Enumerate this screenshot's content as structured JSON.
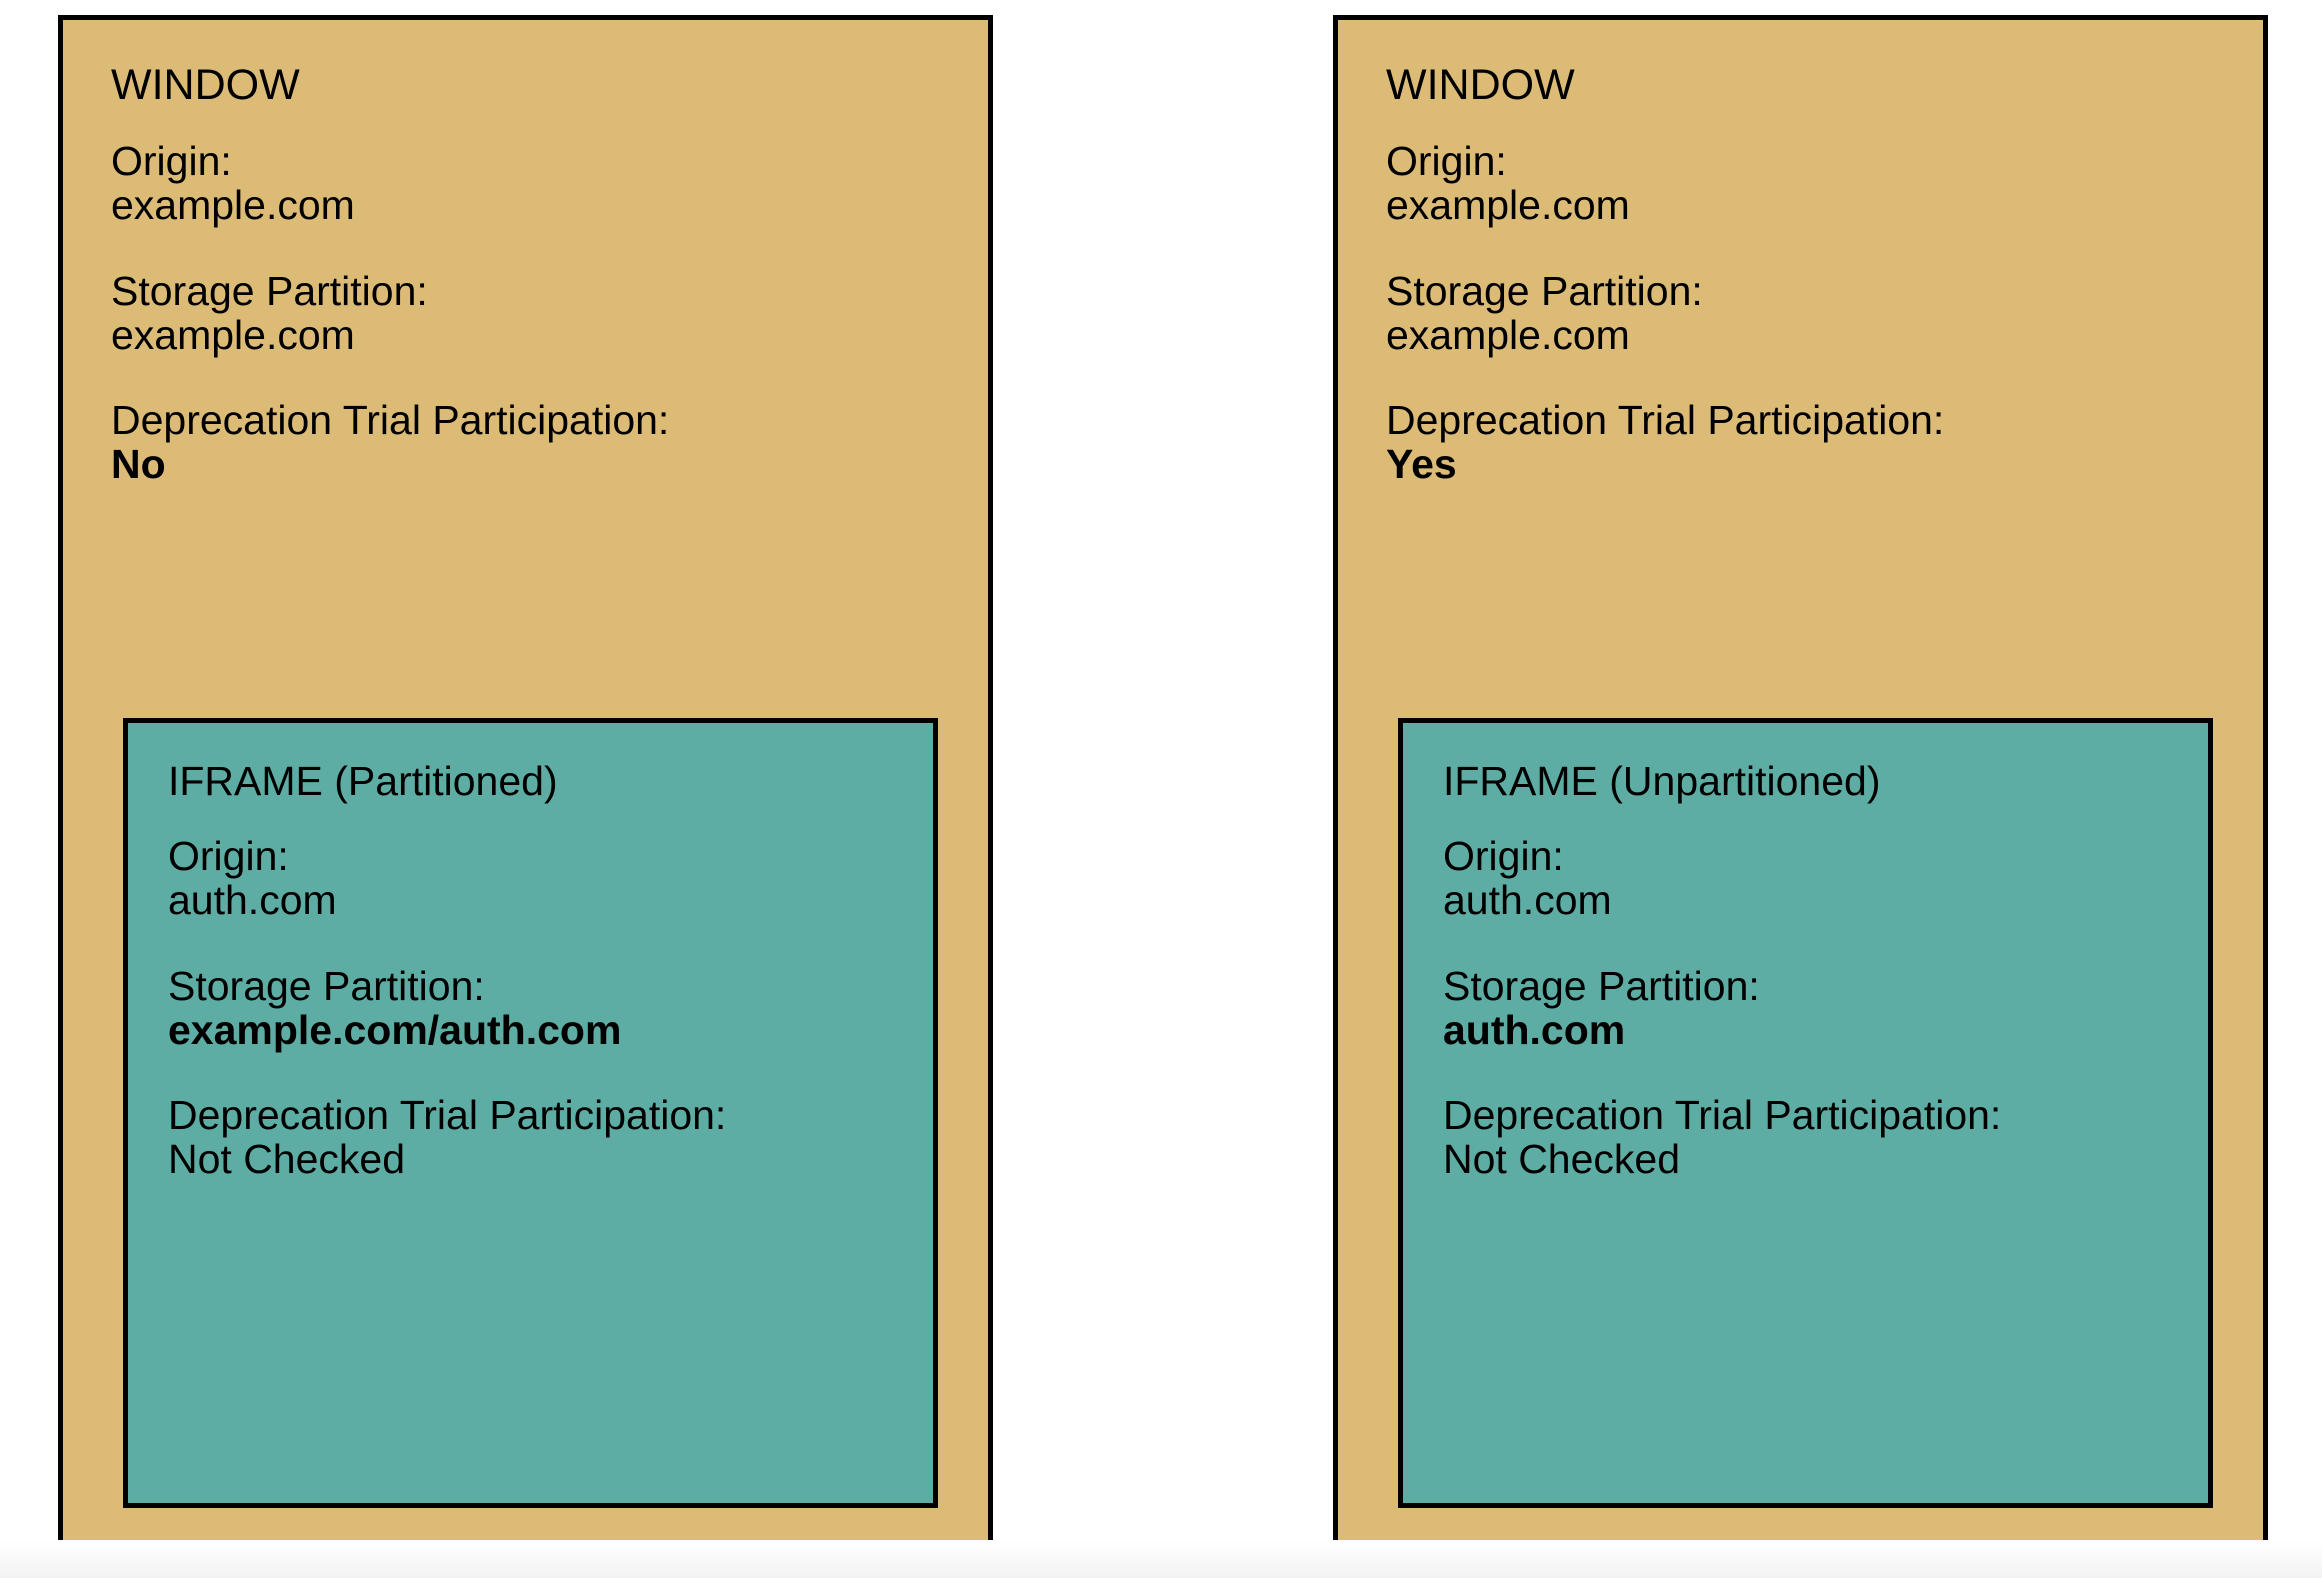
{
  "colors": {
    "window_fill": "#dcbb76",
    "iframe_fill": "#5dada4",
    "border": "#000000",
    "text": "#000000",
    "page_background": "#ffffff"
  },
  "panels": [
    {
      "id": "left",
      "window": {
        "title": "WINDOW",
        "fields": [
          {
            "label": "Origin:",
            "value": "example.com",
            "bold": false
          },
          {
            "label": "Storage Partition:",
            "value": "example.com",
            "bold": false
          },
          {
            "label": "Deprecation Trial Participation:",
            "value": "No",
            "bold": true
          }
        ]
      },
      "iframe": {
        "title": "IFRAME (Partitioned)",
        "fields": [
          {
            "label": "Origin:",
            "value": "auth.com",
            "bold": false
          },
          {
            "label": "Storage Partition:",
            "value": "example.com/auth.com",
            "bold": true
          },
          {
            "label": "Deprecation Trial Participation:",
            "value": "Not Checked",
            "bold": false
          }
        ]
      }
    },
    {
      "id": "right",
      "window": {
        "title": "WINDOW",
        "fields": [
          {
            "label": "Origin:",
            "value": "example.com",
            "bold": false
          },
          {
            "label": "Storage Partition:",
            "value": "example.com",
            "bold": false
          },
          {
            "label": "Deprecation Trial Participation:",
            "value": "Yes",
            "bold": true
          }
        ]
      },
      "iframe": {
        "title": "IFRAME (Unpartitioned)",
        "fields": [
          {
            "label": "Origin:",
            "value": "auth.com",
            "bold": false
          },
          {
            "label": "Storage Partition:",
            "value": "auth.com",
            "bold": true
          },
          {
            "label": "Deprecation Trial Participation:",
            "value": "Not Checked",
            "bold": false
          }
        ]
      }
    }
  ]
}
